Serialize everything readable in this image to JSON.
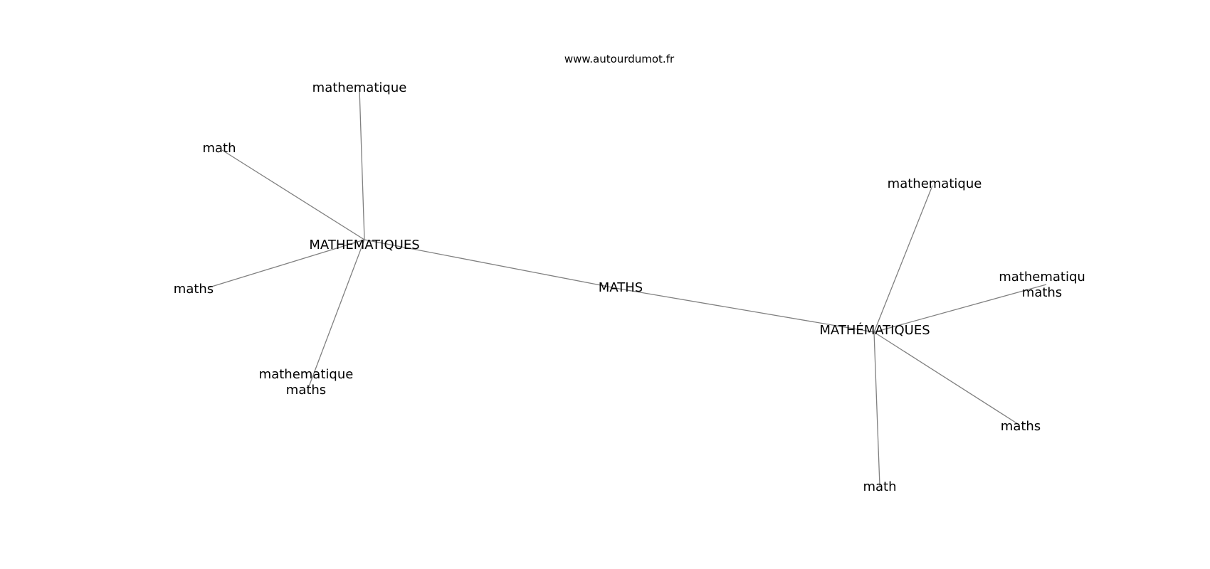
{
  "header": {
    "site": "www.autourdumot.fr"
  },
  "graph": {
    "edge_color": "#808080",
    "text_color": "#000000",
    "nodes": [
      {
        "id": "center",
        "lines": [
          "MATHS"
        ]
      },
      {
        "id": "hub-left",
        "lines": [
          "MATHEMATIQUES"
        ]
      },
      {
        "id": "hub-right",
        "lines": [
          "MATHÉMATIQUES"
        ]
      },
      {
        "id": "left-mathematique",
        "lines": [
          "mathematique"
        ]
      },
      {
        "id": "left-math",
        "lines": [
          "math"
        ]
      },
      {
        "id": "left-maths",
        "lines": [
          "maths"
        ]
      },
      {
        "id": "left-mathematique-maths",
        "lines": [
          "mathematique",
          "maths"
        ]
      },
      {
        "id": "right-mathematique",
        "lines": [
          "mathematique"
        ]
      },
      {
        "id": "right-mathematiqu-maths",
        "lines": [
          "mathematiqu",
          "maths"
        ]
      },
      {
        "id": "right-maths",
        "lines": [
          "maths"
        ]
      },
      {
        "id": "right-math",
        "lines": [
          "math"
        ]
      }
    ],
    "edges": [
      [
        "hub-left",
        "center"
      ],
      [
        "center",
        "hub-right"
      ],
      [
        "hub-left",
        "left-mathematique"
      ],
      [
        "hub-left",
        "left-math"
      ],
      [
        "hub-left",
        "left-maths"
      ],
      [
        "hub-left",
        "left-mathematique-maths"
      ],
      [
        "hub-right",
        "right-mathematique"
      ],
      [
        "hub-right",
        "right-mathematiqu-maths"
      ],
      [
        "hub-right",
        "right-maths"
      ],
      [
        "hub-right",
        "right-math"
      ]
    ]
  }
}
